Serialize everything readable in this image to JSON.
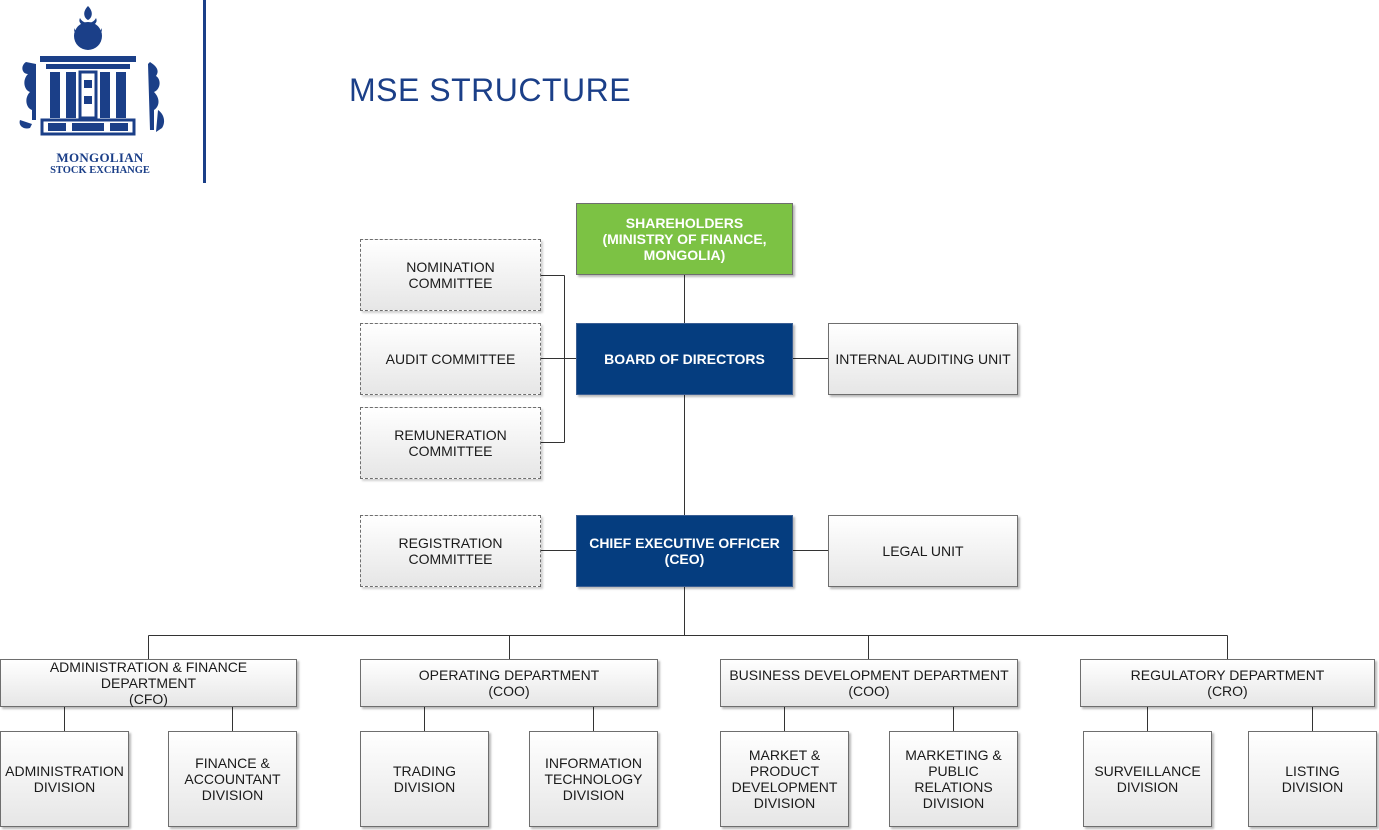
{
  "logo": {
    "line1": "MONGOLIAN",
    "line2": "STOCK EXCHANGE"
  },
  "page_title": "MSE STRUCTURE",
  "colors": {
    "brand_blue": "#1b3f88",
    "box_navy": "#053d7f",
    "box_green": "#7cc244",
    "connector": "#333333"
  },
  "top": {
    "shareholders": "SHAREHOLDERS\n(MINISTRY OF FINANCE,\nMONGOLIA)",
    "board": "BOARD OF DIRECTORS",
    "ceo": "CHIEF EXECUTIVE OFFICER\n(CEO)"
  },
  "committees": {
    "nomination": "NOMINATION COMMITTEE",
    "audit": "AUDIT COMMITTEE",
    "remuneration": "REMUNERATION\nCOMMITTEE",
    "registration": "REGISTRATION\nCOMMITTEE"
  },
  "units": {
    "internal_audit": "INTERNAL AUDITING UNIT",
    "legal": "LEGAL UNIT"
  },
  "departments": [
    {
      "name": "ADMINISTRATION & FINANCE DEPARTMENT\n(CFO)",
      "divisions": [
        "ADMINISTRATION\nDIVISION",
        "FINANCE &\nACCOUNTANT\nDIVISION"
      ]
    },
    {
      "name": "OPERATING DEPARTMENT\n(COO)",
      "divisions": [
        "TRADING\nDIVISION",
        "INFORMATION\nTECHNOLOGY\nDIVISION"
      ]
    },
    {
      "name": "BUSINESS DEVELOPMENT DEPARTMENT\n(COO)",
      "divisions": [
        "MARKET &\nPRODUCT\nDEVELOPMENT\nDIVISION",
        "MARKETING &\nPUBLIC\nRELATIONS\nDIVISION"
      ]
    },
    {
      "name": "REGULATORY DEPARTMENT\n(CRO)",
      "divisions": [
        "SURVEILLANCE\nDIVISION",
        "LISTING\nDIVISION"
      ]
    }
  ]
}
